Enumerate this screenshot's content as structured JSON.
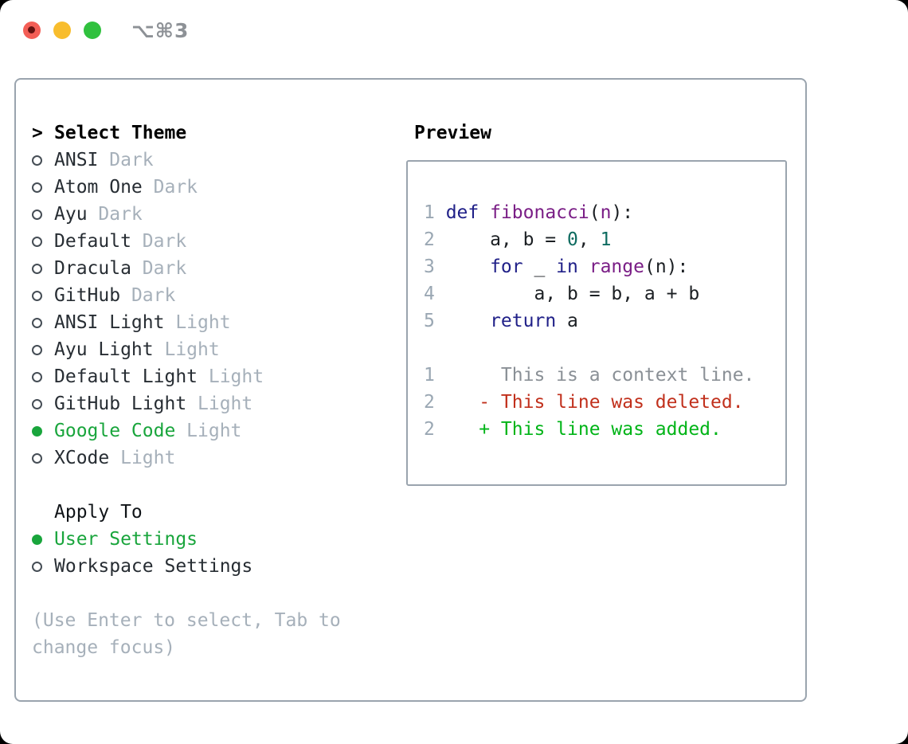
{
  "titlebar": {
    "shortcut": "⌥⌘3",
    "buttons": [
      "close",
      "minimize",
      "zoom"
    ]
  },
  "palette": {
    "green": "#19a53c",
    "muted": "#a6b0ba",
    "border": "#9aa4ae",
    "linenum": "#9aa7b3",
    "kw": "#202088",
    "fn": "#7a1e86",
    "lit": "#0e6b60",
    "pl": "#1b1f23",
    "ctx": "#8a9096",
    "del": "#c1301c",
    "add": "#00b417",
    "light-red": "#f35e56",
    "light-yellow": "#f8bd2d",
    "light-green": "#30c13e"
  },
  "theme_picker": {
    "prompt": ">",
    "title": "Select Theme",
    "items": [
      {
        "name": "ANSI",
        "variant": "Dark",
        "selected": false
      },
      {
        "name": "Atom One",
        "variant": "Dark",
        "selected": false
      },
      {
        "name": "Ayu",
        "variant": "Dark",
        "selected": false
      },
      {
        "name": "Default",
        "variant": "Dark",
        "selected": false
      },
      {
        "name": "Dracula",
        "variant": "Dark",
        "selected": false
      },
      {
        "name": "GitHub",
        "variant": "Dark",
        "selected": false
      },
      {
        "name": "ANSI Light",
        "variant": "Light",
        "selected": false
      },
      {
        "name": "Ayu Light",
        "variant": "Light",
        "selected": false
      },
      {
        "name": "Default Light",
        "variant": "Light",
        "selected": false
      },
      {
        "name": "GitHub Light",
        "variant": "Light",
        "selected": false
      },
      {
        "name": "Google Code",
        "variant": "Light",
        "selected": true
      },
      {
        "name": "XCode",
        "variant": "Light",
        "selected": false
      }
    ]
  },
  "apply_to": {
    "title": "Apply To",
    "options": [
      {
        "label": "User Settings",
        "selected": true
      },
      {
        "label": "Workspace Settings",
        "selected": false
      }
    ]
  },
  "hint_lines": [
    "(Use Enter to select, Tab to",
    "change focus)"
  ],
  "preview": {
    "title": "Preview",
    "lines": [
      {
        "num": "1",
        "segs": [
          [
            "kw",
            "def"
          ],
          [
            "pl",
            " "
          ],
          [
            "fn",
            "fibonacci"
          ],
          [
            "pl",
            "("
          ],
          [
            "fn",
            "n"
          ],
          [
            "pl",
            "):"
          ]
        ]
      },
      {
        "num": "2",
        "segs": [
          [
            "pl",
            "    a, b = "
          ],
          [
            "lit",
            "0"
          ],
          [
            "pl",
            ", "
          ],
          [
            "lit",
            "1"
          ]
        ]
      },
      {
        "num": "3",
        "segs": [
          [
            "pl",
            "    "
          ],
          [
            "kw",
            "for"
          ],
          [
            "pl",
            " _ "
          ],
          [
            "kw",
            "in"
          ],
          [
            "pl",
            " "
          ],
          [
            "fn",
            "range"
          ],
          [
            "pl",
            "(n):"
          ]
        ]
      },
      {
        "num": "4",
        "segs": [
          [
            "pl",
            "        a, b = b, a + b"
          ]
        ]
      },
      {
        "num": "5",
        "segs": [
          [
            "pl",
            "    "
          ],
          [
            "kw",
            "return"
          ],
          [
            "pl",
            " a"
          ]
        ]
      },
      {
        "num": "",
        "segs": []
      },
      {
        "num": "1",
        "segs": [
          [
            "ctx",
            "     This is a context line."
          ]
        ]
      },
      {
        "num": "2",
        "segs": [
          [
            "del",
            "   - This line was deleted."
          ]
        ]
      },
      {
        "num": "2",
        "segs": [
          [
            "add",
            "   + This line was added."
          ]
        ]
      }
    ]
  }
}
